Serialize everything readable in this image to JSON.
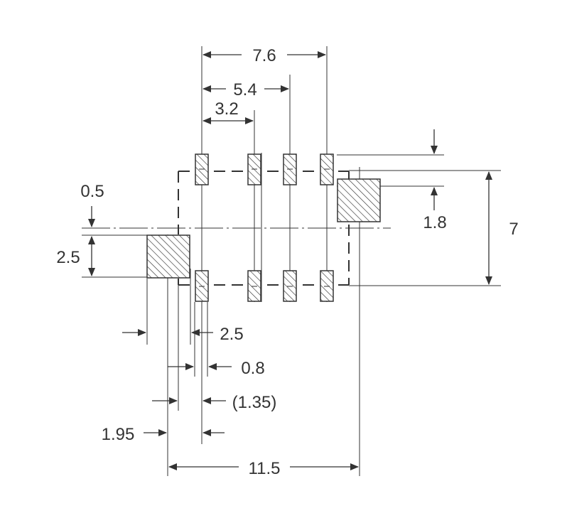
{
  "dimensions": {
    "pitch_total": "7.6",
    "pitch_mid": "5.4",
    "pitch_first": "3.2",
    "pad_offset": "0.5",
    "large_pad_height": "2.5",
    "pad_length": "1.8",
    "row_span": "7",
    "large_pad_width": "2.5",
    "pad_width": "0.8",
    "offset_paren": "(1.35)",
    "edge_offset": "1.95",
    "overall_width": "11.5"
  },
  "colors": {
    "line": "#333333",
    "background": "#ffffff"
  }
}
